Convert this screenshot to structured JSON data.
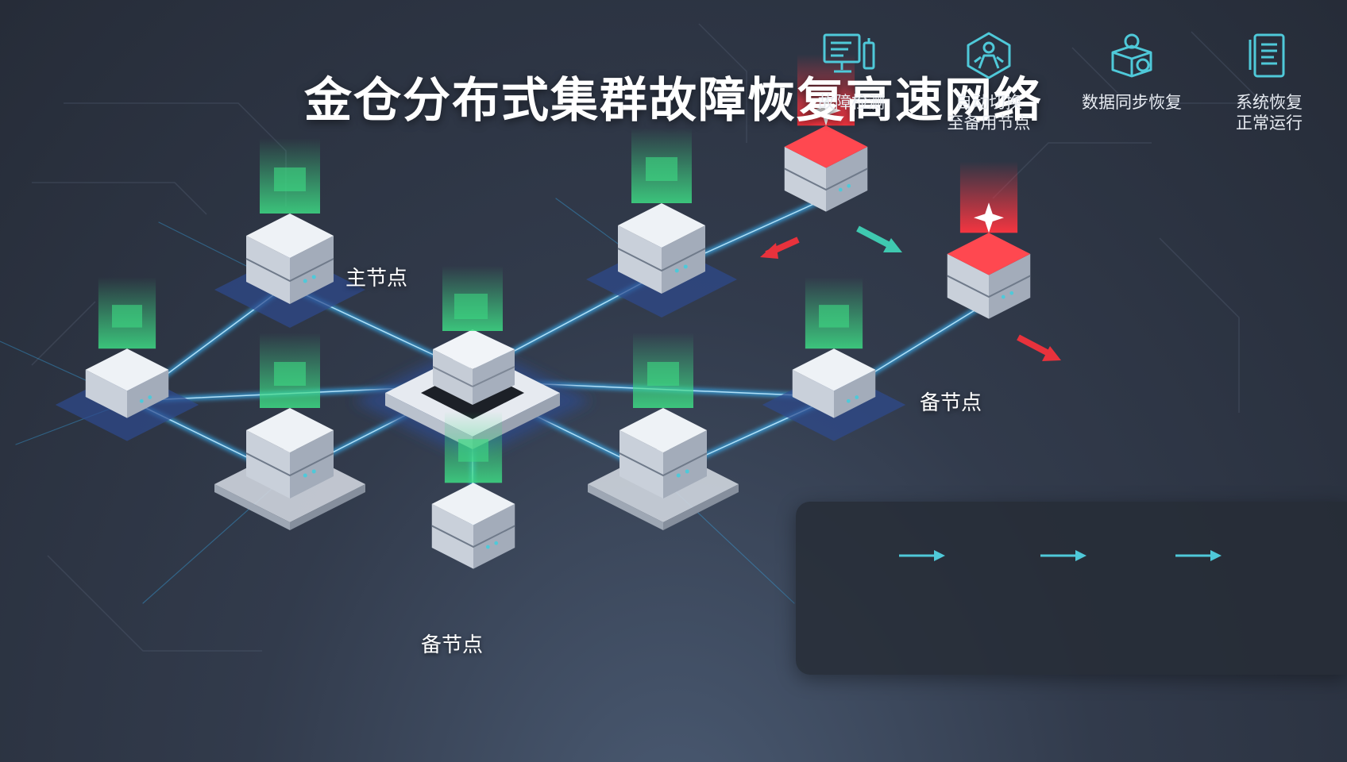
{
  "title": "金仓分布式集群故障恢复高速网络",
  "labels": {
    "primary": "主节点",
    "backup_right": "备节点",
    "backup_bottom": "备节点"
  },
  "colors": {
    "healthy": "#3ddc84",
    "failed": "#e8323c",
    "link": "#39b8ff",
    "arrow": "#4fc9d9"
  },
  "process": {
    "steps": [
      {
        "label": "故障检测",
        "icon": "monitor-diagnostic-icon"
      },
      {
        "label": "自动切换\n至备用节点",
        "icon": "auto-switch-icon"
      },
      {
        "label": "数据同步恢复",
        "icon": "data-sync-icon"
      },
      {
        "label": "系统恢复\n正常运行",
        "icon": "system-restore-icon"
      }
    ]
  }
}
